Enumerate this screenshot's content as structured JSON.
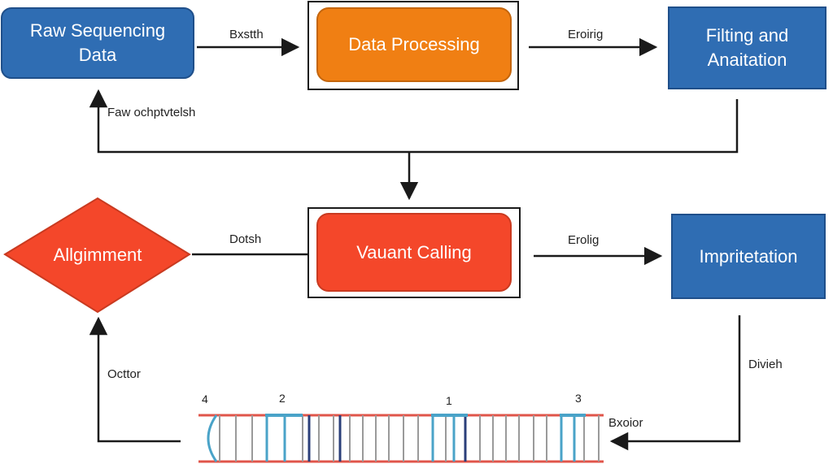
{
  "nodes": {
    "raw_data": "Raw Sequencing\nData",
    "data_processing": "Data Processing",
    "filtering": "Filting and\nAnaitation",
    "alignment": "Allgimment",
    "variant_calling": "Vauant Calling",
    "interpretation": "Impritetation"
  },
  "edges": {
    "raw_to_processing": "Bxstth",
    "processing_to_filtering": "Eroirig",
    "feedback": "Faw ochptvtelsh",
    "alignment_to_variant": "Dotsh",
    "variant_to_interpretation": "Erolig",
    "alignment_in": "Octtor",
    "interpretation_down": "Divieh",
    "to_sequence": "Bxoior"
  },
  "sequence_markers": [
    "4",
    "2",
    "1",
    "3"
  ],
  "colors": {
    "blue": "#2f6db3",
    "orange": "#f07f13",
    "red": "#f4472a",
    "line": "#1a1a1a",
    "strand_red": "#e0554a",
    "strand_blue": "#4aa3c8",
    "strand_navy": "#2b3f7a"
  }
}
